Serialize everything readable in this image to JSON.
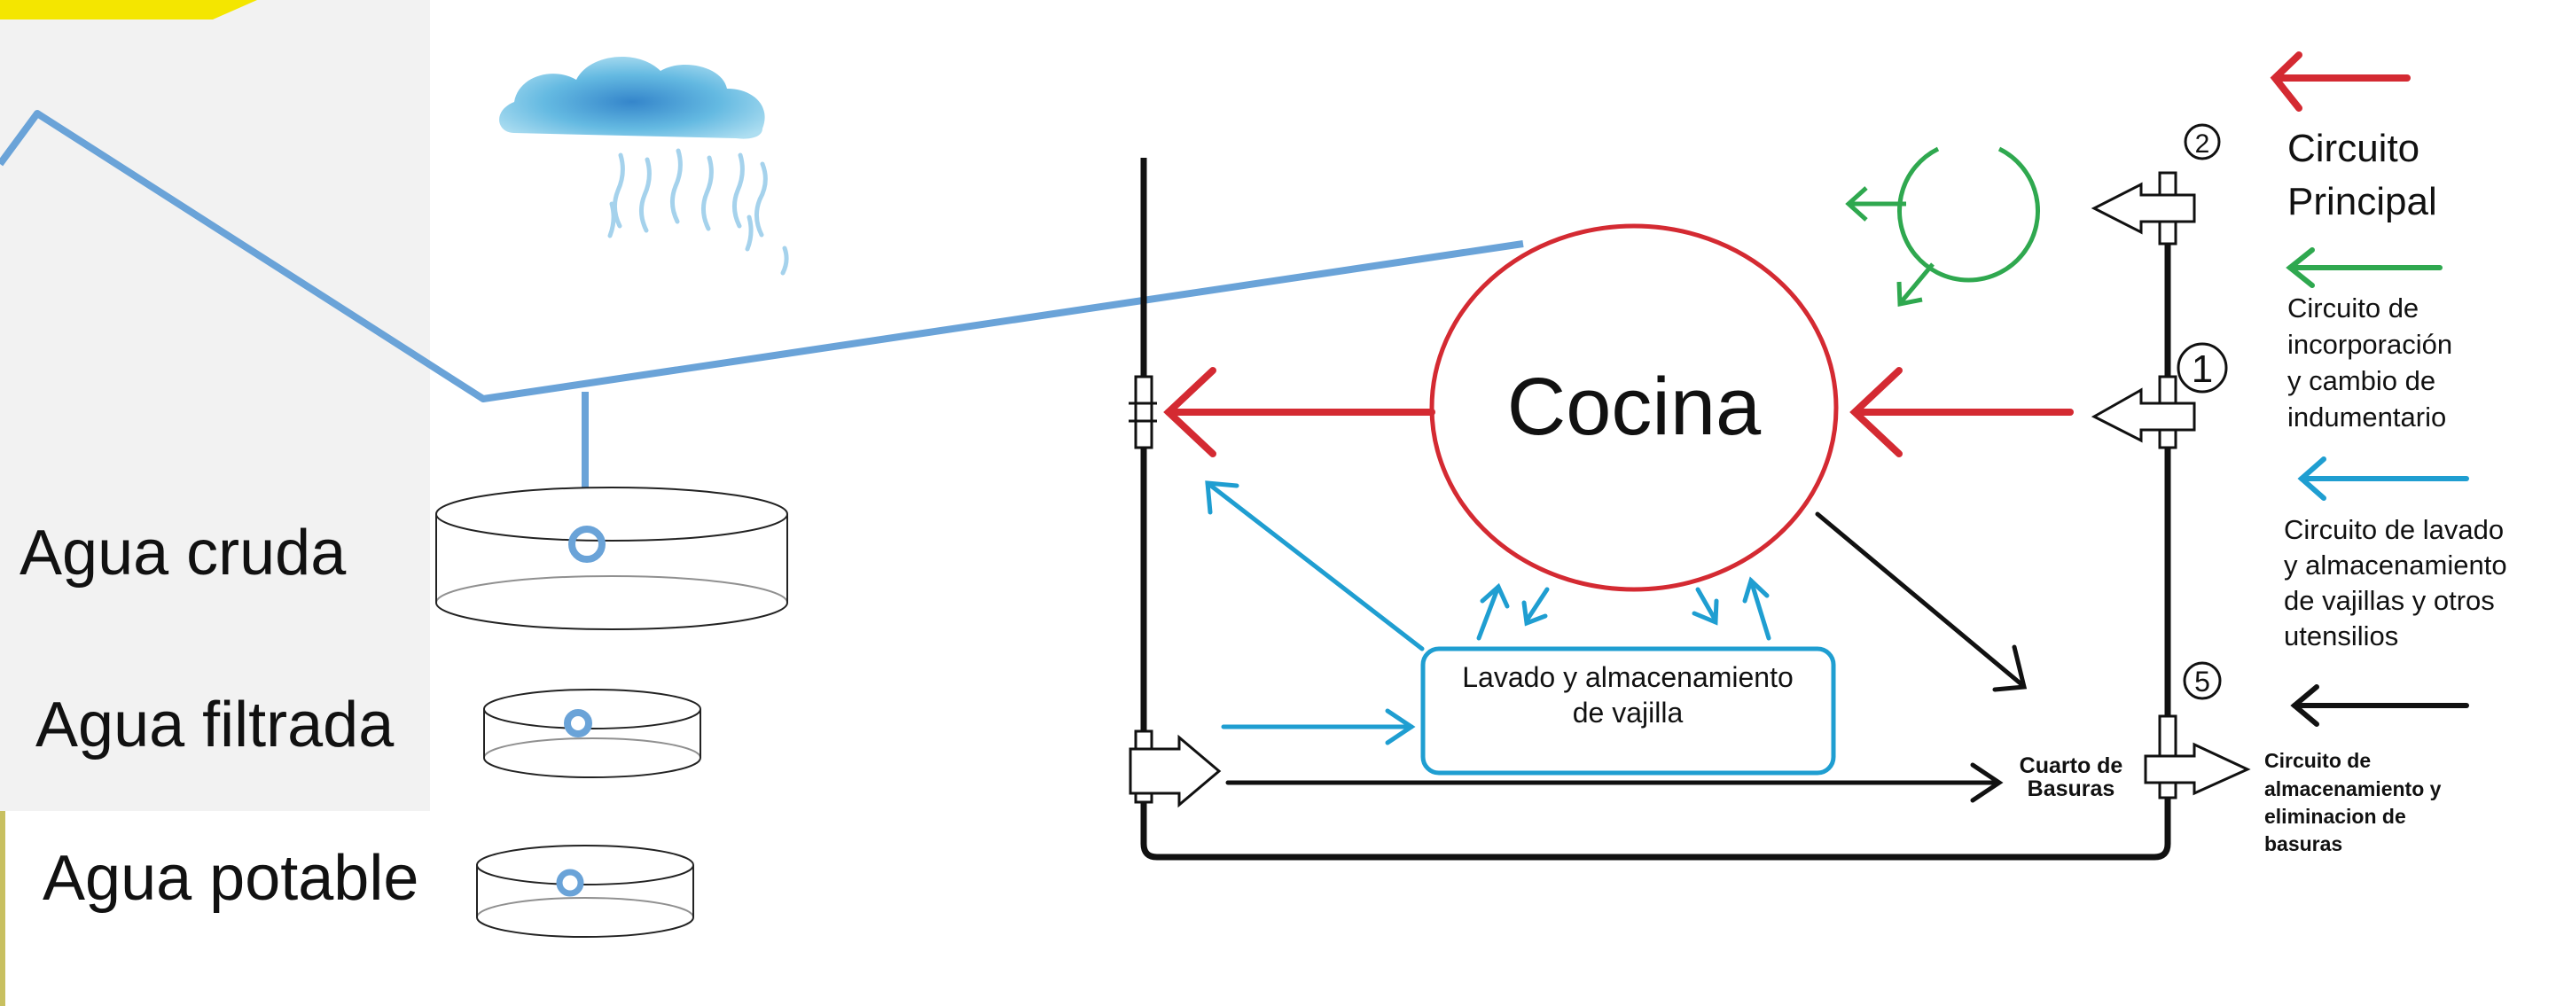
{
  "colors": {
    "red": "#d42a32",
    "green": "#2fa84f",
    "blue": "#1f9ed1",
    "black": "#111111",
    "pipe": "#6aa3d8",
    "sticky": "#f4e600",
    "panel": "#f2f2f2"
  },
  "water": {
    "raw": "Agua cruda",
    "filtered": "Agua filtrada",
    "potable": "Agua potable"
  },
  "diagram": {
    "kitchen": "Cocina",
    "washing_line1": "Lavado y almacenamiento",
    "washing_line2": "de vajilla",
    "garbage_line1": "Cuarto de",
    "garbage_line2": "Basuras",
    "door_numbers": {
      "n1": "1",
      "n2": "2",
      "n5": "5"
    }
  },
  "legend": {
    "main_line1": "Circuito",
    "main_line2": "Principal",
    "change_lines": [
      "Circuito de",
      "incorporación",
      "y cambio de",
      "indumentario"
    ],
    "wash_lines": [
      "Circuito de lavado",
      "y almacenamiento",
      "de vajillas y otros",
      "utensilios"
    ],
    "waste_lines": [
      "Circuito de",
      "almacenamiento y",
      "eliminacion de",
      "basuras"
    ]
  },
  "icons": {
    "cloud": "rain-cloud-icon"
  }
}
